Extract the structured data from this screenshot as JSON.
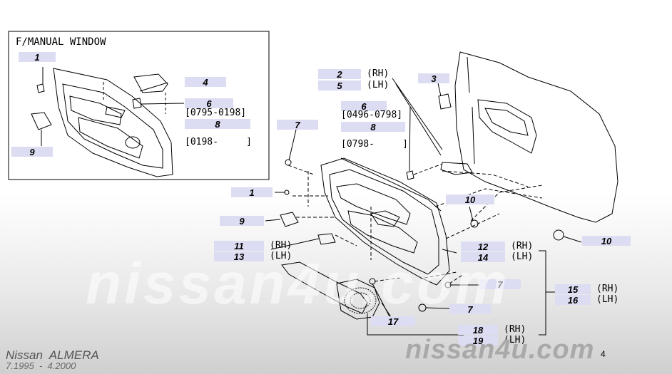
{
  "inset": {
    "title": "F/MANUAL WINDOW"
  },
  "callouts": {
    "n1": "1",
    "n2": "2",
    "n3": "3",
    "n4": "4",
    "n5": "5",
    "n6": "6",
    "n7": "7",
    "n8": "8",
    "n9": "9",
    "n10": "10",
    "n11": "11",
    "n12": "12",
    "n13": "13",
    "n14": "14",
    "n15": "15",
    "n16": "16",
    "n17": "17",
    "n18": "18",
    "n19": "19"
  },
  "side": {
    "rh": "(RH)",
    "lh": "(LH)"
  },
  "dates": {
    "inset_6": "[0795-0198]",
    "inset_8": "[0198-     ]",
    "main_6": "[0496-0798]",
    "main_8": "[0798-     ]"
  },
  "watermark": {
    "center": "nissan4u.com",
    "corner": "nissan4u.com"
  },
  "footer": {
    "model": "Nissan  ALMERA",
    "date": "7.1995  -  4.2000",
    "mark": "4"
  },
  "colors": {
    "label_bg": "#dcdcf2",
    "ink": "#000000"
  }
}
